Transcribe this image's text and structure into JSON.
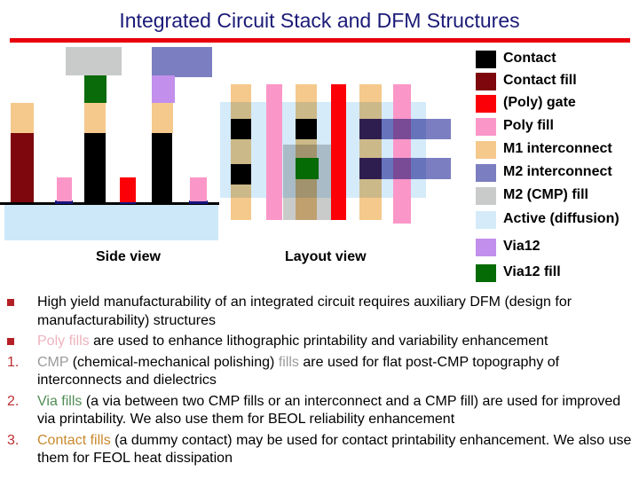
{
  "title": "Integrated Circuit Stack and DFM Structures",
  "diagram": {
    "side_view_label": "Side view",
    "layout_view_label": "Layout view"
  },
  "legend": {
    "items": [
      {
        "label": "Contact",
        "color": "#000000"
      },
      {
        "label": "Contact fill",
        "color": "#7D070D"
      },
      {
        "label": "(Poly) gate",
        "color": "#FB0007"
      },
      {
        "label": "Poly fill",
        "color": "#FB96C8"
      },
      {
        "label": "M1 interconnect",
        "color": "#F5C98C"
      },
      {
        "label": "M2 interconnect",
        "color": "#7B7EC0"
      },
      {
        "label": "M2 (CMP) fill",
        "color": "#C9CBCA"
      },
      {
        "label": "Active (diffusion)",
        "color": "#D5EBFA"
      },
      {
        "label": "Via12",
        "color": "#C28FEC"
      },
      {
        "label": "Via12 fill",
        "color": "#046B05"
      }
    ]
  },
  "colors": {
    "title": "#1B1B78",
    "rule": "#E8000A",
    "substrate": "#CDE8F8",
    "ground_line": "#000000",
    "navy_strip": "#14147E",
    "via12_fill_side": "#0A6B0A",
    "m2_m1_overlap": "#2E1E50",
    "bullet_square": "#B42025",
    "marker": "#BE2D32",
    "text_poly": "#EDB3BF",
    "text_gray": "#9A9A9A",
    "text_via": "#4F8C55",
    "text_contact": "#C9892E",
    "body_text": "#000000"
  },
  "bullets": [
    {
      "marker": "",
      "a": "",
      "b": "High yield manufacturability of an integrated circuit requires auxiliary DFM (design for manufacturability) structures",
      "c": "",
      "d": ""
    },
    {
      "marker": "",
      "a": "Poly fills",
      "b": " are used to enhance lithographic printability and variability enhancement",
      "c": "",
      "d": ""
    },
    {
      "marker": "1.",
      "a": "CMP",
      "b": " (chemical-mechanical polishing) ",
      "c": "fills",
      "d": " are used for flat post-CMP topography of interconnects and dielectrics"
    },
    {
      "marker": "2.",
      "a": "Via fills",
      "b": " (a via between two CMP fills or an interconnect and a CMP fill) are used for improved via printability. We also use them for BEOL reliability enhancement",
      "c": "",
      "d": ""
    },
    {
      "marker": "3.",
      "a": "Contact fills",
      "b": " (a dummy contact) may be used for contact printability enhancement. We also use them for FEOL heat dissipation",
      "c": "",
      "d": ""
    }
  ]
}
